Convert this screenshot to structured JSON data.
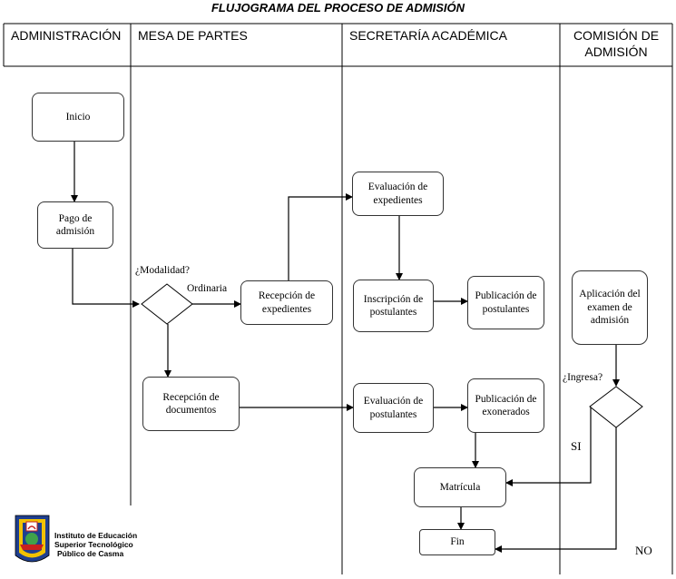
{
  "title": "FLUJOGRAMA DEL PROCESO DE ADMISIÓN",
  "lanes": [
    {
      "label": "ADMINISTRACIÓN"
    },
    {
      "label": "MESA DE PARTES"
    },
    {
      "label": "SECRETARÍA ACADÉMICA"
    },
    {
      "label": "COMISIÓN DE ADMISIÓN"
    }
  ],
  "nodes": {
    "inicio": "Inicio",
    "pago": "Pago de admisión",
    "recepcion_expedientes": "Recepción de expedientes",
    "evaluacion_expedientes": "Evaluación de expedientes",
    "inscripcion": "Inscripción de postulantes",
    "publicacion_postulantes": "Publicación de postulantes",
    "recepcion_documentos": "Recepción de documentos",
    "evaluacion_postulantes": "Evaluación de postulantes",
    "publicacion_exonerados": "Publicación de exonerados",
    "matricula": "Matrícula",
    "fin": "Fin",
    "aplicacion_examen": "Aplicación del examen de admisión"
  },
  "decisions": {
    "modalidad": "¿Modalidad?",
    "ingresa": "¿Ingresa?"
  },
  "edge_labels": {
    "ordinaria": "Ordinaria",
    "si": "SI",
    "no": "NO"
  },
  "institution": {
    "line1": "Instituto de Educación",
    "line2": "Superior Tecnológico",
    "line3": "Público de Casma"
  },
  "colors": {
    "line": "#000000",
    "logo_blue": "#1f3f8f",
    "logo_yellow": "#f2c200",
    "logo_red": "#c8201e"
  }
}
